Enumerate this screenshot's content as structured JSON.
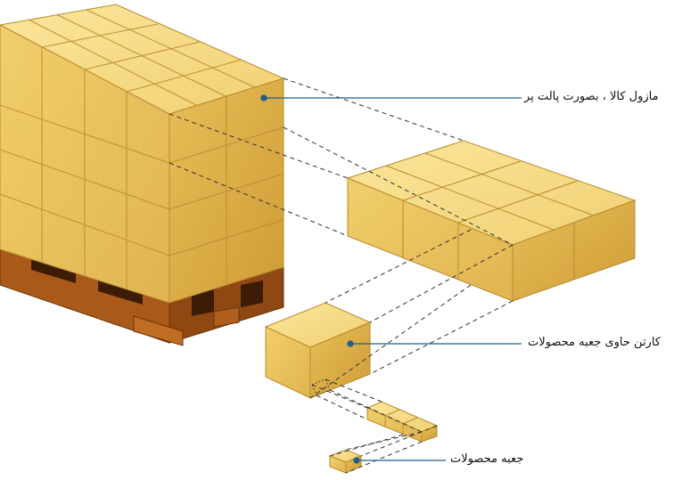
{
  "labels": {
    "pallet": "مازول کالا ، بصورت پالت پر",
    "carton": "کارتن حاوی جعبه محصولات",
    "product": "جعبه محصولات"
  },
  "colors": {
    "box_top": "#f6dc82",
    "box_left": "#e9c35a",
    "box_right": "#d8a63c",
    "box_edge": "#b98a2e",
    "pallet_wood": "#b5651d",
    "pallet_dark": "#7a3f10",
    "leader_line": "#1f5f8b",
    "dashed_line": "#333333"
  }
}
